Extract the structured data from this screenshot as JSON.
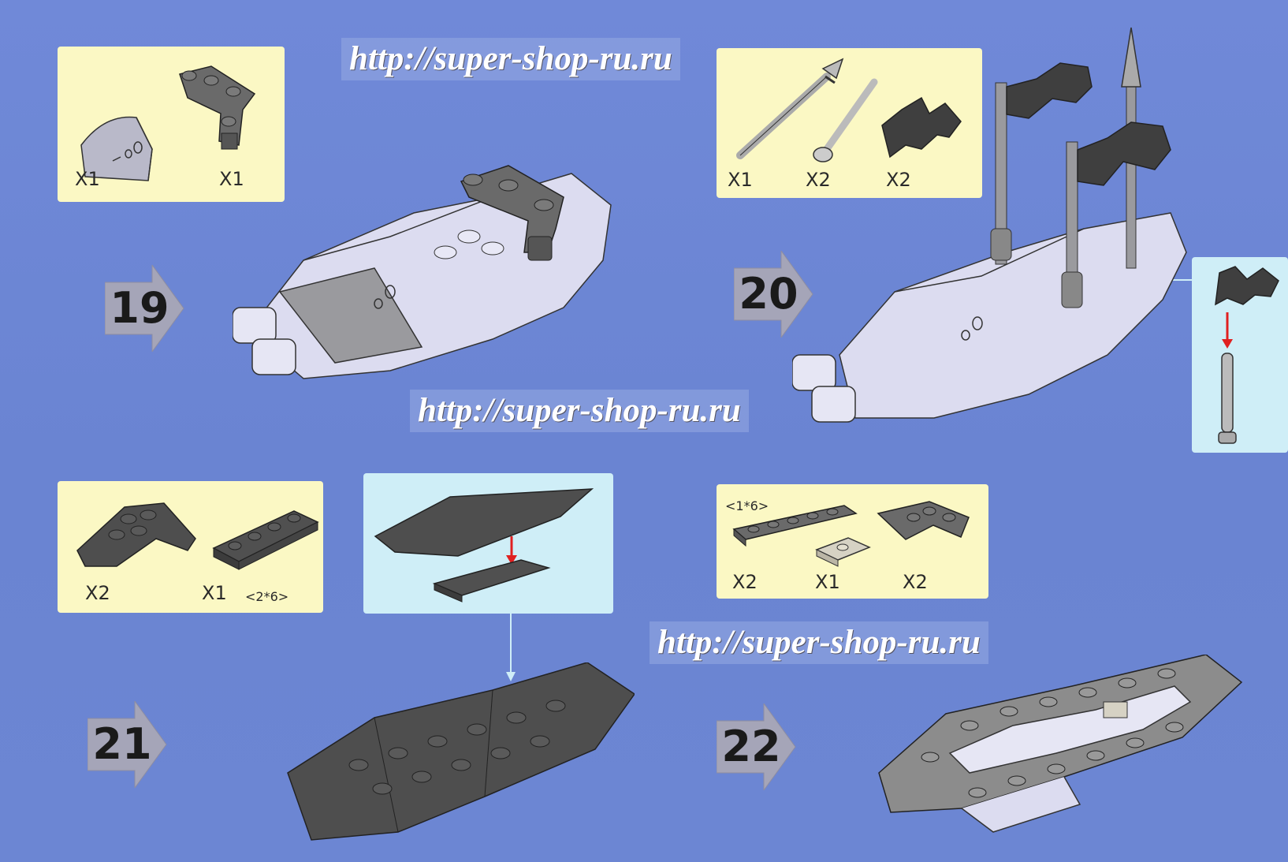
{
  "watermarks": {
    "top": "http://super-shop-ru.ru",
    "middle": "http://super-shop-ru.ru",
    "bottom": "http://super-shop-ru.ru"
  },
  "steps": {
    "s19": {
      "number": "19",
      "parts": [
        {
          "qty": "X1"
        },
        {
          "qty": "X1"
        }
      ]
    },
    "s20": {
      "number": "20",
      "parts": [
        {
          "qty": "X1"
        },
        {
          "qty": "X2"
        },
        {
          "qty": "X2"
        }
      ]
    },
    "s21": {
      "number": "21",
      "parts": [
        {
          "qty": "X2"
        },
        {
          "qty": "X1",
          "dim": "<2*6>"
        }
      ]
    },
    "s22": {
      "number": "22",
      "parts": [
        {
          "qty": "X2",
          "dim": "<1*6>"
        },
        {
          "qty": "X1"
        },
        {
          "qty": "X2"
        }
      ]
    }
  },
  "colors": {
    "background": "#6c86d3",
    "parts_panel": "#fbf8c4",
    "sub_panel": "#cfeef7",
    "brick_light": "#dcdcf0",
    "brick_gray": "#8c8c8c",
    "brick_dark": "#555555",
    "pointer_arrow": "#e02020"
  }
}
